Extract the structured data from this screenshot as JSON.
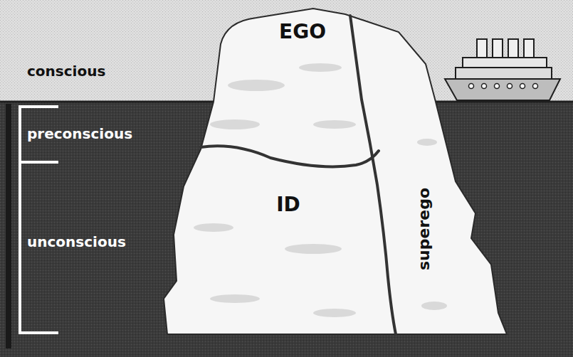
{
  "diagram": {
    "labels": [
      "conscious",
      "EGO",
      "preconscious",
      "ID",
      "unconscious",
      "superego"
    ]
  }
}
